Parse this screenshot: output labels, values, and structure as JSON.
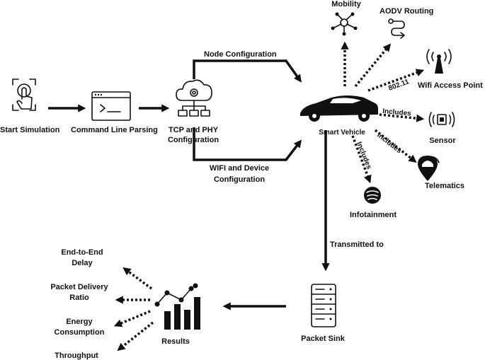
{
  "nodes": {
    "start": "Start Simulation",
    "cmd": "Command Line Parsing",
    "tcp_line1": "TCP and PHY",
    "tcp_line2": "Configuration",
    "vehicle": "Smart Vehicle",
    "mobility": "Mobility",
    "aodv": "AODV Routing",
    "wifi_ap": "Wifi Access Point",
    "sensor": "Sensor",
    "telematics": "Telematics",
    "infotainment": "Infotainment",
    "sink": "Packet Sink",
    "results": "Results"
  },
  "edges": {
    "node_config": "Node Configuration",
    "wifi_device_line1": "WIFI and Device",
    "wifi_device_line2": "Configuration",
    "ieee": "802.11",
    "includes_sensor": "Includes",
    "includes_telematics": "Includes",
    "includes_infotainment": "Includes",
    "transmitted": "Transmitted to"
  },
  "metrics": {
    "delay_line1": "End-to-End",
    "delay_line2": "Delay",
    "pdr_line1": "Packet Delivery",
    "pdr_line2": "Ratio",
    "energy_line1": "Energy",
    "energy_line2": "Consumption",
    "throughput": "Throughput"
  }
}
